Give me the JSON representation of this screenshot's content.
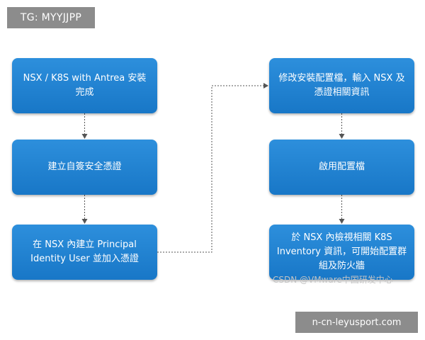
{
  "overlay": {
    "tag": "TG: MYYJJPP",
    "site": "n-cn-leyusport.com",
    "watermark": "CSDN @VMware中国研发中心"
  },
  "steps": [
    {
      "label": "NSX / K8S with Antrea 安裝完成"
    },
    {
      "label": "建立自簽安全憑證"
    },
    {
      "label": "在 NSX 內建立 Principal Identity User 並加入憑證"
    },
    {
      "label": "修改安裝配置檔，輸入 NSX 及憑證相關資訊"
    },
    {
      "label": "啟用配置檔"
    },
    {
      "label": "於 NSX 內檢視相關 K8S Inventory 資訊，可開始配置群組及防火牆"
    }
  ],
  "colors": {
    "box_fill": "#1e80cf",
    "connector": "#555555",
    "overlay_bg": "#8c8c8c"
  }
}
